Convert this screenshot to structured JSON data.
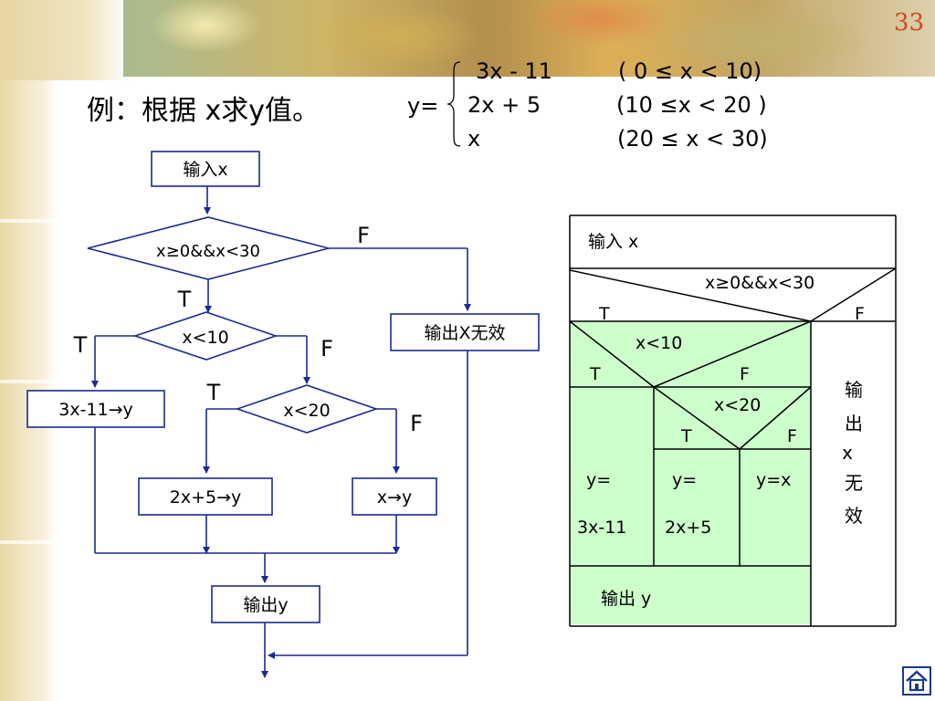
{
  "slide": {
    "page_number": "33",
    "title": "例：根据 x求y值。"
  },
  "formula": {
    "lhs": "y=",
    "cases": [
      {
        "expr": "3x - 11",
        "cond": "( 0 ≤ x < 10)"
      },
      {
        "expr": "2x + 5",
        "cond": "(10 ≤x < 20 )"
      },
      {
        "expr": "x",
        "cond": "(20 ≤ x < 30)"
      }
    ]
  },
  "flowchart": {
    "input": "输入x",
    "cond1": "x≥0&&x<30",
    "cond1_false_label": "F",
    "cond1_true_label": "T",
    "invalid_output": "输出X无效",
    "cond2": "x<10",
    "cond2_true_label": "T",
    "cond2_false_label": "F",
    "cond3": "x<20",
    "cond3_true_label": "T",
    "cond3_false_label": "F",
    "assign1": "3x-11→y",
    "assign2": "2x+5→y",
    "assign3": "x→y",
    "output": "输出y"
  },
  "ns_chart": {
    "input": "输入 x",
    "cond1": "x≥0&&x<30",
    "cond1_true": "T",
    "cond1_false": "F",
    "cond2": "x<10",
    "cond2_true": "T",
    "cond2_false": "F",
    "cond3": "x<20",
    "cond3_true": "T",
    "cond3_false": "F",
    "cell1_line1": "y=",
    "cell1_line2": "3x-11",
    "cell2_line1": "y=",
    "cell2_line2": "2x+5",
    "cell3": "y=x",
    "invalid": [
      "输",
      "出",
      "x",
      "无",
      "效"
    ],
    "output": "输出 y"
  },
  "colors": {
    "flow_border": "#1b2a8f",
    "flow_arrow": "#1b2a8f",
    "ns_fill": "#ccffcc",
    "page_number": "#d04a1a"
  },
  "icons": {
    "home": "home-icon"
  }
}
